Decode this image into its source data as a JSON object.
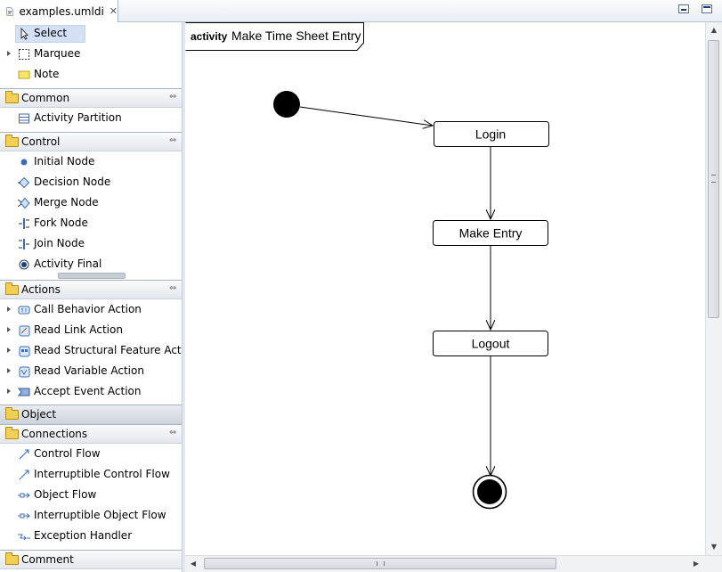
{
  "editor": {
    "tab_title": "examples.umldi",
    "close_glyph": "✕"
  },
  "palette": {
    "tools": [
      {
        "label": "Select",
        "icon": "select-arrow-icon"
      },
      {
        "label": "Marquee",
        "icon": "marquee-icon"
      },
      {
        "label": "Note",
        "icon": "note-icon"
      }
    ],
    "common": {
      "title": "Common",
      "items": [
        {
          "label": "Activity Partition",
          "icon": "activity-partition-icon"
        }
      ]
    },
    "control": {
      "title": "Control",
      "items": [
        {
          "label": "Initial Node",
          "icon": "initial-node-icon"
        },
        {
          "label": "Decision Node",
          "icon": "decision-node-icon"
        },
        {
          "label": "Merge Node",
          "icon": "merge-node-icon"
        },
        {
          "label": "Fork Node",
          "icon": "fork-node-icon"
        },
        {
          "label": "Join Node",
          "icon": "join-node-icon"
        },
        {
          "label": "Activity Final",
          "icon": "activity-final-icon"
        }
      ]
    },
    "actions": {
      "title": "Actions",
      "items": [
        {
          "label": "Call Behavior Action",
          "icon": "call-behavior-action-icon"
        },
        {
          "label": "Read Link Action",
          "icon": "read-link-action-icon"
        },
        {
          "label": "Read Structural Feature Action",
          "icon": "read-structural-feature-action-icon"
        },
        {
          "label": "Read Variable Action",
          "icon": "read-variable-action-icon"
        },
        {
          "label": "Accept Event Action",
          "icon": "accept-event-action-icon"
        }
      ]
    },
    "object": {
      "title": "Object"
    },
    "connections": {
      "title": "Connections",
      "items": [
        {
          "label": "Control Flow",
          "icon": "control-flow-icon"
        },
        {
          "label": "Interruptible Control Flow",
          "icon": "interruptible-control-flow-icon"
        },
        {
          "label": "Object Flow",
          "icon": "object-flow-icon"
        },
        {
          "label": "Interruptible Object Flow",
          "icon": "interruptible-object-flow-icon"
        },
        {
          "label": "Exception Handler",
          "icon": "exception-handler-icon"
        }
      ]
    },
    "comment": {
      "title": "Comment"
    }
  },
  "diagram": {
    "frame_keyword": "activity",
    "frame_name": "Make Time Sheet Entry",
    "actions": [
      "Login",
      "Make Entry",
      "Logout"
    ]
  },
  "colors": {
    "selected_bg": "#d4e1f5",
    "node_fill": "#000000",
    "folder": "#f2cf57"
  }
}
